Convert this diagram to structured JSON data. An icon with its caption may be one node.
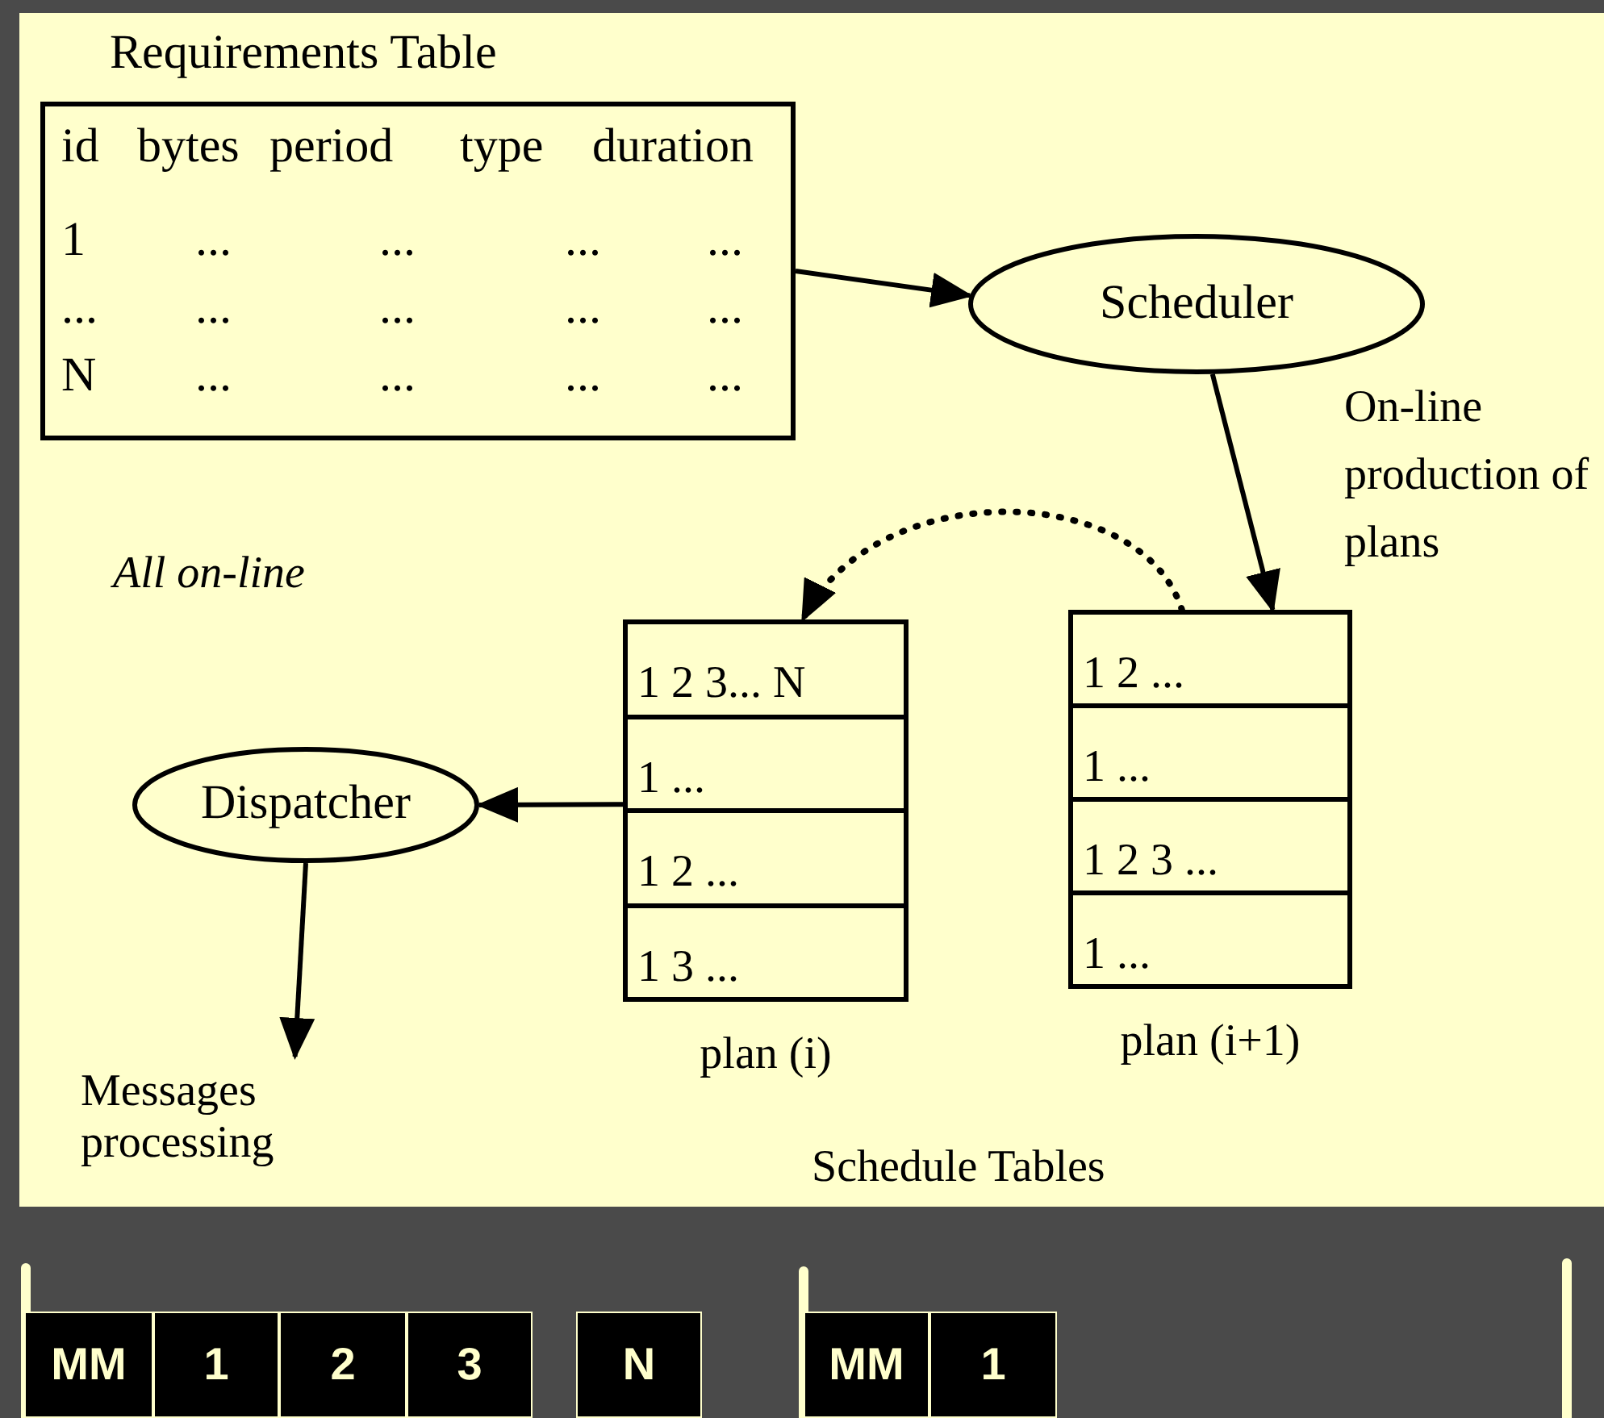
{
  "diagram": {
    "nodes": [
      {
        "text": [
          "Requirements Table",
          "id",
          "bytes",
          "period",
          "type",
          "duration",
          "1",
          "...",
          "...",
          "...",
          "...",
          "...",
          "...",
          "...",
          "...",
          "...",
          "N",
          "...",
          "...",
          "...",
          "..."
        ]
      },
      {
        "text": [
          "Scheduler"
        ]
      },
      {
        "text": [
          "plan (i)"
        ]
      },
      {
        "text": [
          "1 2 3... N"
        ],
        "in": 2
      },
      {
        "text": [
          "1 ..."
        ],
        "in": 2
      },
      {
        "text": [
          "1 2 ..."
        ],
        "in": 2
      },
      {
        "text": [
          "1 3 ..."
        ],
        "in": 2
      },
      {
        "text": [
          "plan (i+1)"
        ]
      },
      {
        "text": [
          "1 2  ..."
        ],
        "in": 7
      },
      {
        "text": [
          "1 ..."
        ],
        "in": 7
      },
      {
        "text": [
          "1 2  3 ..."
        ],
        "in": 7
      },
      {
        "text": [
          "1  ..."
        ],
        "in": 7
      },
      {
        "text": [
          "Dispatcher"
        ]
      },
      {
        "text": [
          "Messages processing"
        ]
      }
    ],
    "edges": [
      {
        "from": 0,
        "to": 1,
        "arrow": "to"
      },
      {
        "from": 1,
        "to": 7,
        "arrow": "to",
        "label": "On-line production of plans"
      },
      {
        "from": 7,
        "to": 2,
        "arrow": "to",
        "style": "dashed"
      },
      {
        "from": 2,
        "to": 12,
        "arrow": "to"
      },
      {
        "from": 12,
        "to": 13,
        "arrow": "to"
      }
    ],
    "labels": [
      "All on-line",
      "Schedule Tables",
      "MM",
      "1",
      "2",
      "3",
      "N",
      "MM",
      "1"
    ]
  }
}
